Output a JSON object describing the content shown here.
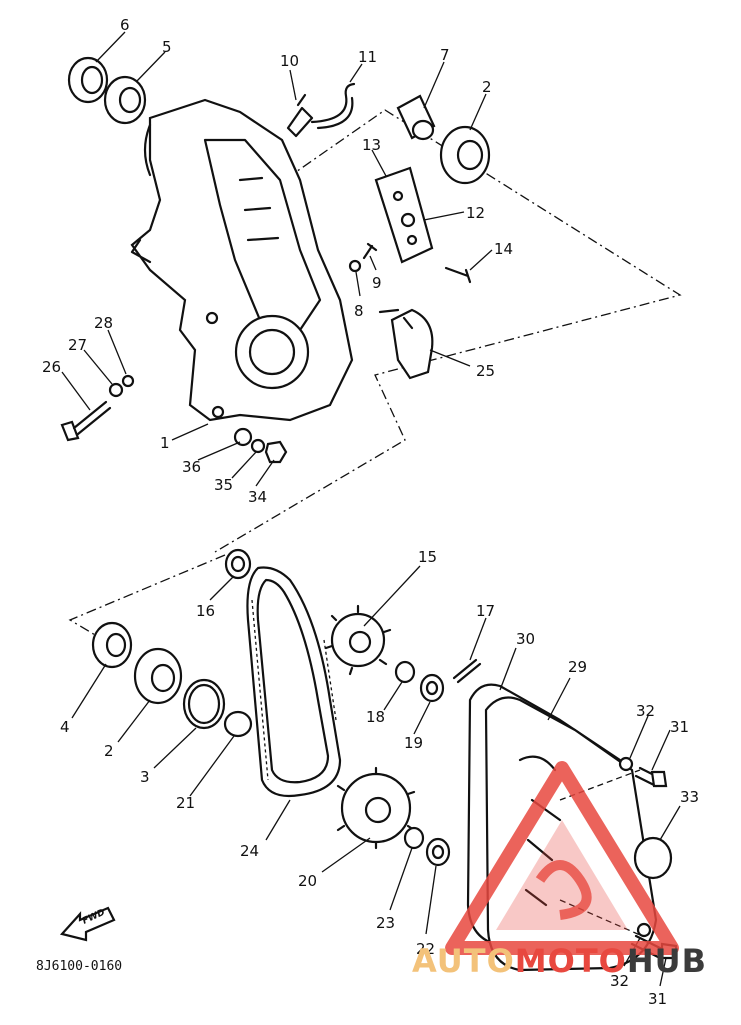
{
  "diagram": {
    "code": "8J6100-0160",
    "direction_label": "FWD",
    "part_numbers": [
      "1",
      "2",
      "3",
      "4",
      "5",
      "6",
      "7",
      "8",
      "9",
      "10",
      "11",
      "12",
      "13",
      "14",
      "15",
      "16",
      "17",
      "18",
      "19",
      "20",
      "21",
      "22",
      "23",
      "24",
      "25",
      "26",
      "27",
      "28",
      "29",
      "30",
      "31",
      "32",
      "33",
      "34",
      "35",
      "36"
    ]
  },
  "watermark": {
    "part1": "AUTO",
    "part2": "MOTO",
    "part3": "HUB",
    "colors": {
      "primary": "#e8483f",
      "secondary": "#f3c27a",
      "dark": "#3b3b3b"
    }
  }
}
